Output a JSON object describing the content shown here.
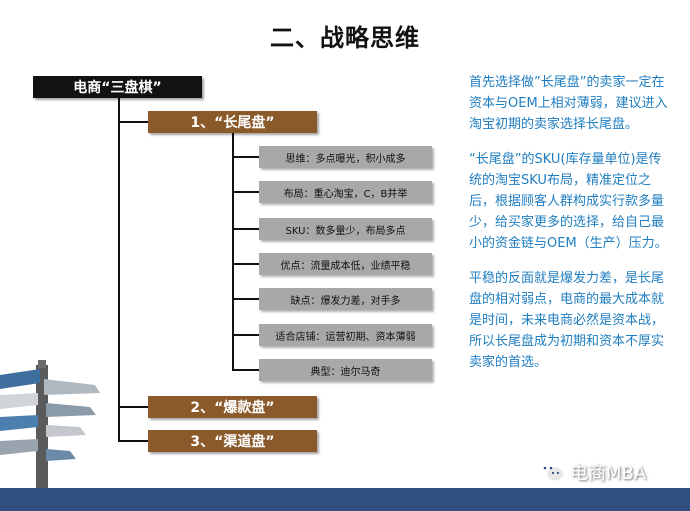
{
  "title": "二、战略思维",
  "root": {
    "label": "电商“三盘棋”"
  },
  "branches": [
    {
      "label": "1、“长尾盘”"
    },
    {
      "label": "2、“爆款盘”"
    },
    {
      "label": "3、“渠道盘”"
    }
  ],
  "leaves": [
    {
      "label": "思维：多点曝光，积小成多"
    },
    {
      "label": "布局：重心淘宝，C，B并举"
    },
    {
      "label": "SKU：数多量少，布局多点"
    },
    {
      "label": "优点：流量成本低，业绩平稳"
    },
    {
      "label": "缺点：爆发力差，对手多"
    },
    {
      "label": "适合店铺：运营初期、资本薄弱"
    },
    {
      "label": "典型：迪尔马奇"
    }
  ],
  "notes": [
    "首先选择做”长尾盘”的卖家一定在资本与OEM上相对薄弱，建议进入淘宝初期的卖家选择长尾盘。",
    "“长尾盘”的SKU(库存量单位)是传统的淘宝SKU布局，精准定位之后，根据顾客人群构成实行款多量少，给买家更多的选择，给自己最小的资金链与OEM（生产）压力。",
    "平稳的反面就是爆发力差，是长尾盘的相对弱点，电商的最大成本就是时间，未来电商必然是资本战，所以长尾盘成为初期和资本不厚实卖家的首选。"
  ],
  "brand": {
    "name": "电商MBA"
  },
  "colors": {
    "root": "#121212",
    "branch": "#8a5a2b",
    "leaf": "#a8a8a8",
    "notes": "#1f7ec0",
    "footer": "#2f4f7f"
  },
  "icons": [
    "wechat-icon",
    "signpost-image"
  ]
}
